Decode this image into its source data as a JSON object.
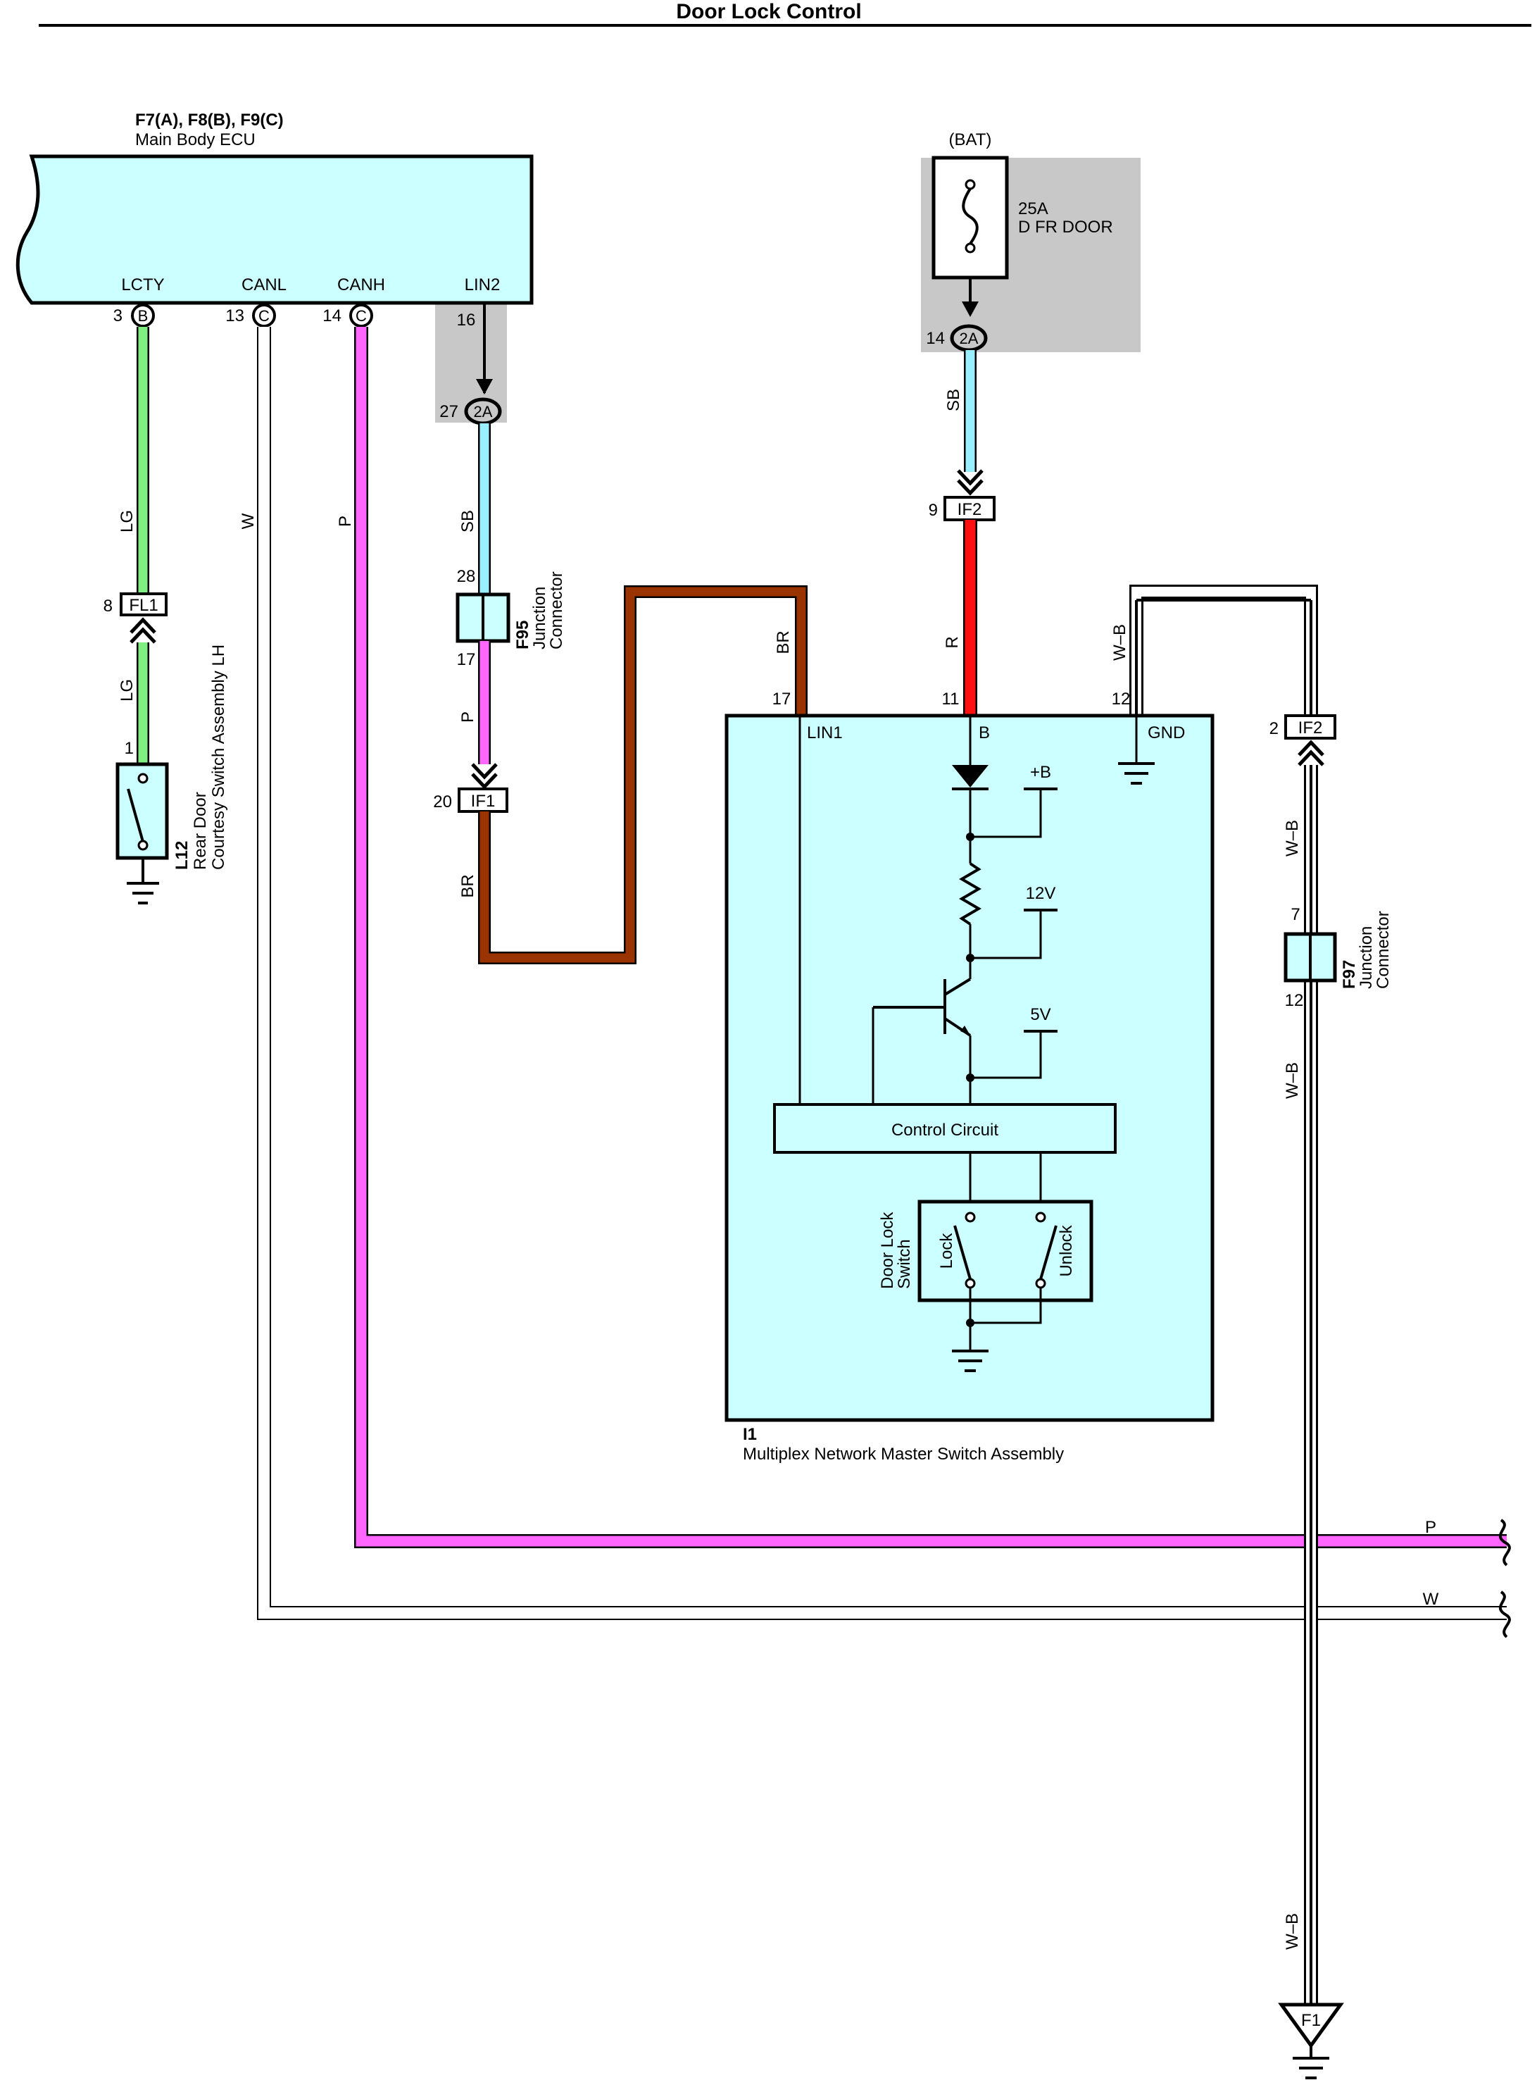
{
  "title": "Door Lock Control",
  "ecu": {
    "codes": "F7(A), F8(B), F9(C)",
    "name": "Main Body ECU",
    "pins": [
      {
        "label": "LCTY",
        "num": "3",
        "conn": "B"
      },
      {
        "label": "CANL",
        "num": "13",
        "conn": "C"
      },
      {
        "label": "CANH",
        "num": "14",
        "conn": "C"
      },
      {
        "label": "LIN2",
        "num": "16"
      }
    ]
  },
  "bat": {
    "label": "(BAT)",
    "fuse_rating": "25A",
    "fuse_name": "D FR DOOR",
    "pin": "14",
    "conn": "2A"
  },
  "lin2_junction": {
    "pin": "27",
    "conn": "2A"
  },
  "wires": {
    "lg": "LG",
    "w": "W",
    "p": "P",
    "sb": "SB",
    "br": "BR",
    "r": "R",
    "wb": "W–B"
  },
  "fl1": {
    "pin": "8",
    "name": "FL1"
  },
  "l12": {
    "pin": "1",
    "code": "L12",
    "name_line1": "Rear Door",
    "name_line2": "Courtesy Switch Assembly LH"
  },
  "f95": {
    "pin_top": "28",
    "pin_bottom": "17",
    "code": "F95",
    "name_line1": "Junction",
    "name_line2": "Connector"
  },
  "if1": {
    "pin": "20",
    "name": "IF1"
  },
  "if2_top": {
    "pin": "9",
    "name": "IF2"
  },
  "if2_right": {
    "pin": "2",
    "name": "IF2"
  },
  "f97": {
    "pin_top": "7",
    "pin_bottom": "12",
    "code": "F97",
    "name_line1": "Junction",
    "name_line2": "Connector"
  },
  "master": {
    "code": "I1",
    "name": "Multiplex Network Master Switch Assembly",
    "pins": [
      {
        "num": "17",
        "label": "LIN1"
      },
      {
        "num": "11",
        "label": "B"
      },
      {
        "num": "12",
        "label": "GND"
      }
    ],
    "plus_b": "+B",
    "v12": "12V",
    "v5": "5V",
    "control": "Control Circuit",
    "switch_line1": "Door Lock",
    "switch_line2": "Switch",
    "lock": "Lock",
    "unlock": "Unlock"
  },
  "ground": {
    "name": "F1"
  },
  "colors": {
    "cyan_box": "#ccffff",
    "gray_box": "#c8c8c8",
    "lg_wire": "#80ee80",
    "p_wire": "#ff66ff",
    "sb_wire": "#99eeff",
    "br_wire": "#993300",
    "r_wire": "#ff1111",
    "w_wire": "#ffffff"
  }
}
